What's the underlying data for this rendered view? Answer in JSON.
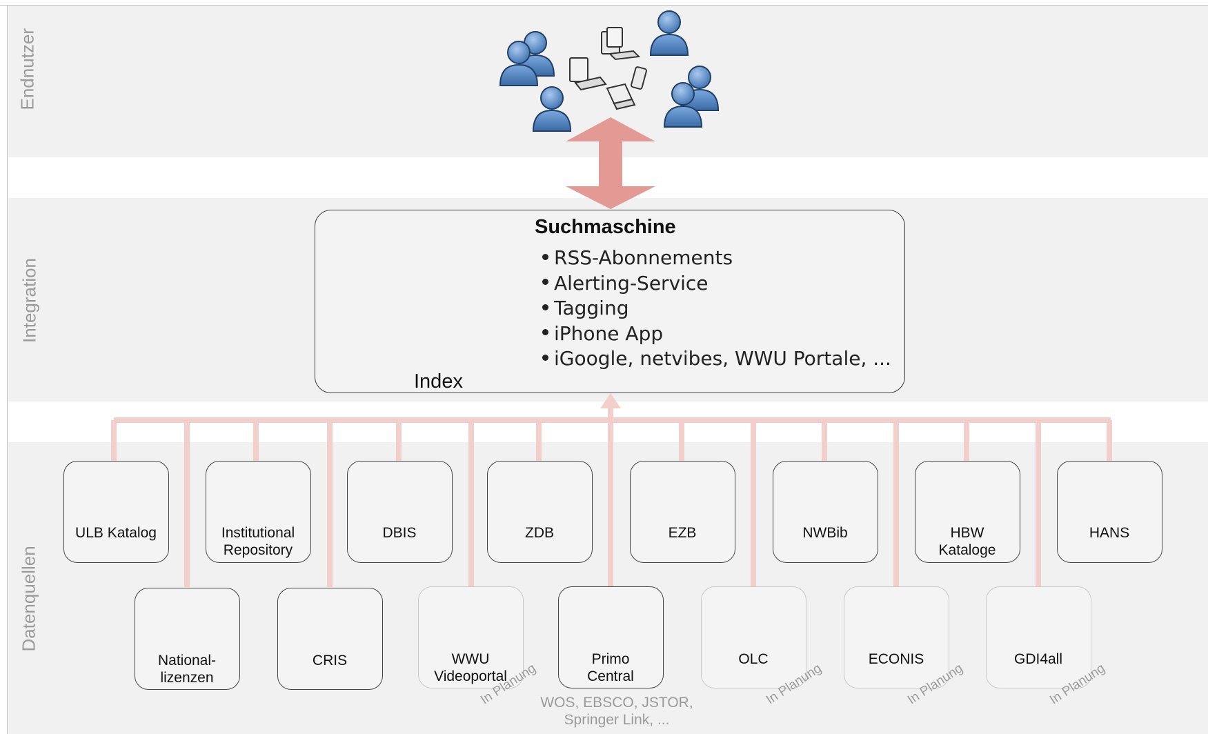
{
  "layers": {
    "end_users": "Endnutzer",
    "integration": "Integration",
    "data_sources": "Datenquellen"
  },
  "search_engine": {
    "title": "Suchmaschine",
    "index_label": "Index",
    "features": [
      "RSS-Abonnements",
      "Alerting-Service",
      "Tagging",
      "iPhone App",
      "iGoogle, netvibes, WWU Portale, ..."
    ]
  },
  "sources_row1": [
    {
      "label_line1": "ULB Katalog",
      "label_line2": ""
    },
    {
      "label_line1": "Institutional",
      "label_line2": "Repository"
    },
    {
      "label_line1": "DBIS",
      "label_line2": ""
    },
    {
      "label_line1": "ZDB",
      "label_line2": ""
    },
    {
      "label_line1": "EZB",
      "label_line2": ""
    },
    {
      "label_line1": "NWBib",
      "label_line2": ""
    },
    {
      "label_line1": "HBW",
      "label_line2": "Kataloge"
    },
    {
      "label_line1": "HANS",
      "label_line2": ""
    }
  ],
  "sources_row2": [
    {
      "label_line1": "National-",
      "label_line2": "lizenzen",
      "planned": false
    },
    {
      "label_line1": "CRIS",
      "label_line2": "",
      "planned": false
    },
    {
      "label_line1": "WWU",
      "label_line2": "Videoportal",
      "planned": true
    },
    {
      "label_line1": "Primo",
      "label_line2": "Central",
      "planned": false
    },
    {
      "label_line1": "OLC",
      "label_line2": "",
      "planned": true
    },
    {
      "label_line1": "ECONIS",
      "label_line2": "",
      "planned": true
    },
    {
      "label_line1": "GDI4all",
      "label_line2": "",
      "planned": true
    }
  ],
  "planned_tag": "In Planung",
  "primo_note": {
    "line1": "WOS, EBSCO, JSTOR,",
    "line2": "Springer Link, ..."
  },
  "colors": {
    "arrow": "#e39a94",
    "connector": "#f3cfcb",
    "band": "#f1f1f1",
    "user_blue": "#5b8fc9"
  }
}
